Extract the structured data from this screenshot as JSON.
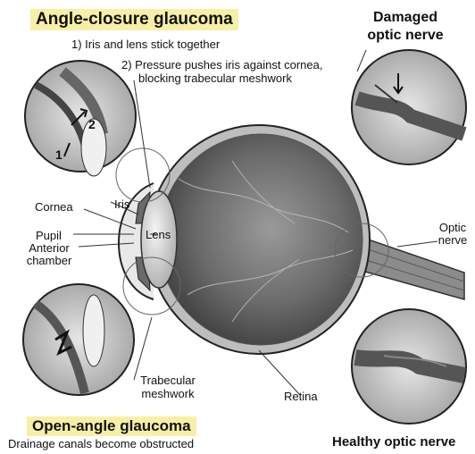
{
  "angle_closure": {
    "title": "Angle-closure glaucoma",
    "step1": "1) Iris and lens stick together",
    "step2_line1": "2) Pressure pushes iris against cornea,",
    "step2_line2": "blocking trabecular meshwork",
    "inset_mark_1": "1",
    "inset_mark_2": "2"
  },
  "damaged": {
    "line1": "Damaged",
    "line2": "optic nerve"
  },
  "labels": {
    "iris": "Iris",
    "lens": "Lens",
    "cornea": "Cornea",
    "pupil": "Pupil",
    "anterior_line1": "Anterior",
    "anterior_line2": "chamber",
    "optic_line1": "Optic",
    "optic_line2": "nerve",
    "trabecular_line1": "Trabecular",
    "trabecular_line2": "meshwork",
    "retina": "Retina"
  },
  "open_angle": {
    "title": "Open-angle glaucoma",
    "subtitle": "Drainage canals become obstructed"
  },
  "healthy": {
    "label": "Healthy optic nerve"
  },
  "colors": {
    "banner": "#f7efa6",
    "eye_dark": "#4a4a4a",
    "eye_mid": "#8a8a8a",
    "eye_light": "#d6d6d6"
  }
}
